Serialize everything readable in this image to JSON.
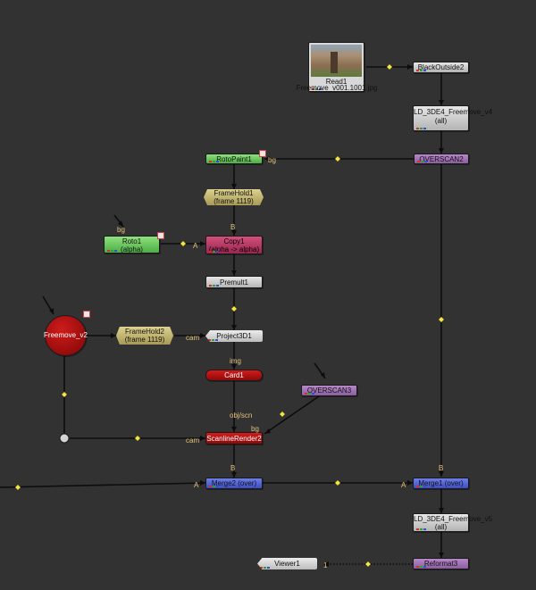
{
  "nodes": {
    "read1": {
      "title": "Read1",
      "file": "Freemove_v001.1001.jpg"
    },
    "blackoutside2": {
      "label": "BlackOutside2"
    },
    "ld_3de4_v4": {
      "label": "LD_3DE4_Freemove_v4",
      "sub": "(all)"
    },
    "overscan2": {
      "label": "OVERSCAN2"
    },
    "rotopaint1": {
      "label": "RotoPaint1"
    },
    "framehold1": {
      "label": "FrameHold1",
      "sub": "(frame 1119)"
    },
    "roto1": {
      "label": "Roto1",
      "sub": "(alpha)"
    },
    "copy1": {
      "label": "Copy1",
      "sub": "(alpha -> alpha)"
    },
    "premult1": {
      "label": "Premult1"
    },
    "freemove_v2": {
      "label": "Freemove_v2"
    },
    "framehold2": {
      "label": "FrameHold2",
      "sub": "(frame 1119)"
    },
    "project3d1": {
      "label": "Project3D1"
    },
    "card1": {
      "label": "Card1"
    },
    "overscan3": {
      "label": "OVERSCAN3"
    },
    "scanlinerender2": {
      "label": "ScanlineRender2"
    },
    "merge2": {
      "label": "Merge2 (over)"
    },
    "merge1": {
      "label": "Merge1 (over)"
    },
    "ld_3de4_v5": {
      "label": "LD_3DE4_Freemove_v5",
      "sub": "(all)"
    },
    "reformat3": {
      "label": "Reformat3"
    },
    "viewer1": {
      "label": "Viewer1"
    }
  },
  "pins": {
    "bg_rotopaint": "bg",
    "bg_roto_top": "bg",
    "B_copy": "B",
    "A_copy": "A",
    "cam_project": "cam",
    "img_card": "img",
    "objscn": "obj/scn",
    "bg_scanline": "bg",
    "cam_scanline": "cam",
    "B_merge2": "B",
    "A_merge2": "A",
    "B_merge1": "B",
    "A_merge1": "A",
    "viewer_input": "1"
  },
  "colors": {
    "background": "#323232",
    "pipe": "#0c0c0c",
    "dot": "#f0e64a",
    "label": "#e6c17a"
  }
}
